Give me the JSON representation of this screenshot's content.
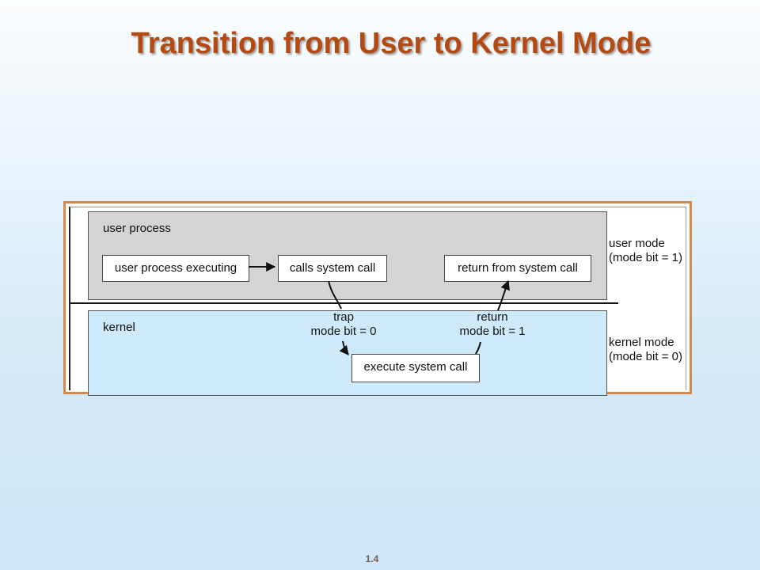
{
  "slide": {
    "title": "Transition from User to Kernel Mode",
    "page_number": "1.4"
  },
  "diagram": {
    "user_region_label": "user process",
    "kernel_region_label": "kernel",
    "boxes": {
      "user_process_executing": "user process executing",
      "calls_system_call": "calls system call",
      "return_from_system_call": "return from system call",
      "execute_system_call": "execute system call"
    },
    "transitions": {
      "trap_line1": "trap",
      "trap_line2": "mode bit = 0",
      "return_line1": "return",
      "return_line2": "mode bit = 1"
    },
    "modes": {
      "user_mode": "user mode",
      "user_mode_bit": "(mode bit = 1)",
      "kernel_mode": "kernel mode",
      "kernel_mode_bit": "(mode bit = 0)"
    }
  },
  "colors": {
    "title": "#b34a12",
    "frame": "#d7894a",
    "user_region": "#d4d4d4",
    "kernel_region": "#cde9fa"
  }
}
